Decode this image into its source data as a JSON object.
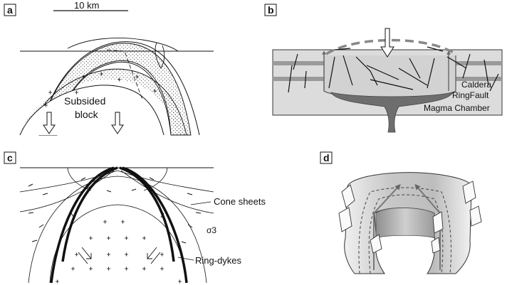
{
  "panels": {
    "a": {
      "letter": "a",
      "scale_label": "10 km",
      "block_label_line1": "Subsided",
      "block_label_line2": "block"
    },
    "b": {
      "letter": "b",
      "label_caldera": "Caldera",
      "label_ringfault": "RingFault",
      "label_magma": "Magma Chamber"
    },
    "c": {
      "letter": "c",
      "label_cone_sheets": "Cone sheets",
      "label_sigma": "σ3",
      "label_ring_dykes": "Ring-dykes"
    },
    "d": {
      "letter": "d"
    }
  },
  "colors": {
    "ink": "#111111",
    "panel_b_bg": "#dcdcdc",
    "panel_b_layer": "#9a9a9a",
    "panel_b_dash": "#888888",
    "magma": "#6e6e6e",
    "cylinder_dark": "#a9a9a9",
    "cylinder_light": "#e6e6e6"
  }
}
